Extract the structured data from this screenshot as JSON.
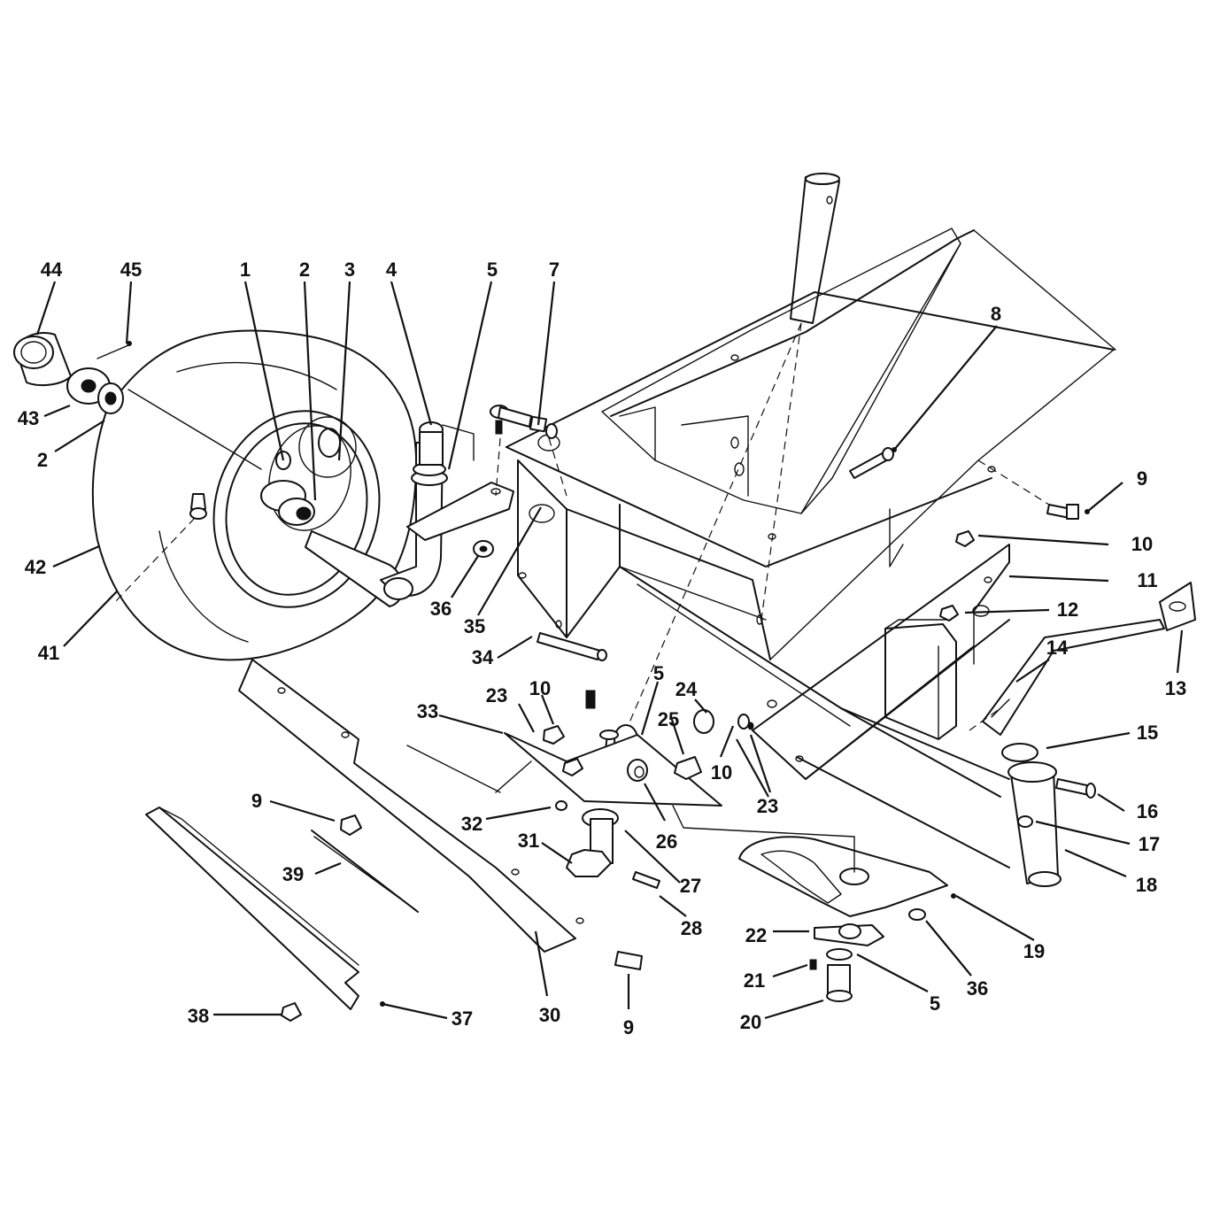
{
  "callouts": [
    {
      "label": "44"
    },
    {
      "label": "45"
    },
    {
      "label": "1"
    },
    {
      "label": "2"
    },
    {
      "label": "3"
    },
    {
      "label": "4"
    },
    {
      "label": "5"
    },
    {
      "label": "7"
    },
    {
      "label": "8"
    },
    {
      "label": "43"
    },
    {
      "label": "2"
    },
    {
      "label": "9"
    },
    {
      "label": "10"
    },
    {
      "label": "11"
    },
    {
      "label": "42"
    },
    {
      "label": "36"
    },
    {
      "label": "35"
    },
    {
      "label": "12"
    },
    {
      "label": "13"
    },
    {
      "label": "41"
    },
    {
      "label": "34"
    },
    {
      "label": "14"
    },
    {
      "label": "5"
    },
    {
      "label": "24"
    },
    {
      "label": "10"
    },
    {
      "label": "23"
    },
    {
      "label": "33"
    },
    {
      "label": "25"
    },
    {
      "label": "15"
    },
    {
      "label": "10"
    },
    {
      "label": "23"
    },
    {
      "label": "9"
    },
    {
      "label": "32"
    },
    {
      "label": "26"
    },
    {
      "label": "16"
    },
    {
      "label": "31"
    },
    {
      "label": "17"
    },
    {
      "label": "27"
    },
    {
      "label": "39"
    },
    {
      "label": "18"
    },
    {
      "label": "28"
    },
    {
      "label": "22"
    },
    {
      "label": "19"
    },
    {
      "label": "21"
    },
    {
      "label": "36"
    },
    {
      "label": "5"
    },
    {
      "label": "38"
    },
    {
      "label": "37"
    },
    {
      "label": "30"
    },
    {
      "label": "9"
    },
    {
      "label": "20"
    }
  ]
}
